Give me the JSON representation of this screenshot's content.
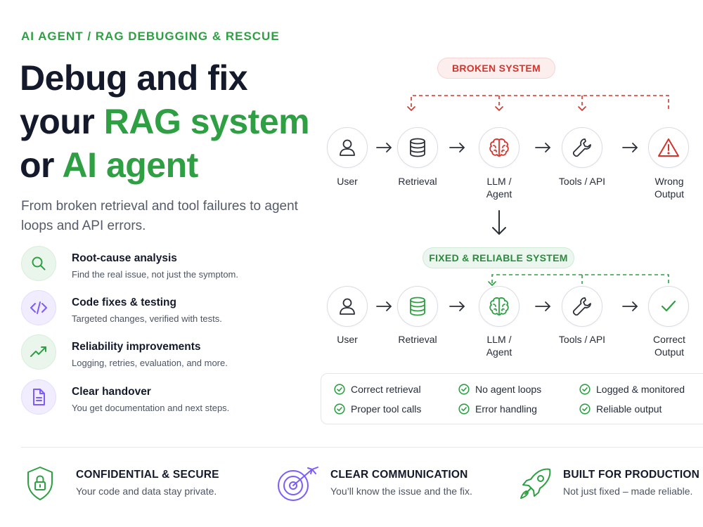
{
  "eyebrow": "AI AGENT / RAG DEBUGGING & RESCUE",
  "headline": {
    "line1": "Debug and fix",
    "line2_a": "your ",
    "line2_b": "RAG system",
    "line3_a": "or ",
    "line3_b": "AI agent"
  },
  "subtitle": "From broken retrieval and tool failures to agent loops and API errors.",
  "features": [
    {
      "title": "Root-cause analysis",
      "desc": "Find the real issue, not just the symptom.",
      "icon": "search-icon"
    },
    {
      "title": "Code fixes & testing",
      "desc": "Targeted changes, verified with tests.",
      "icon": "code-icon"
    },
    {
      "title": "Reliability improvements",
      "desc": "Logging, retries, evaluation, and more.",
      "icon": "trending-up-icon"
    },
    {
      "title": "Clear handover",
      "desc": "You get documentation and next steps.",
      "icon": "document-icon"
    }
  ],
  "broken": {
    "pill": "BROKEN SYSTEM",
    "nodes": [
      {
        "label": "User",
        "icon": "user-icon"
      },
      {
        "label": "Retrieval",
        "icon": "database-icon"
      },
      {
        "label": "LLM /\nAgent",
        "icon": "brain-icon"
      },
      {
        "label": "Tools / API",
        "icon": "wrench-icon"
      },
      {
        "label": "Wrong\nOutput",
        "icon": "warning-icon"
      }
    ]
  },
  "fixed": {
    "pill": "FIXED & RELIABLE SYSTEM",
    "nodes": [
      {
        "label": "User",
        "icon": "user-icon"
      },
      {
        "label": "Retrieval",
        "icon": "database-icon"
      },
      {
        "label": "LLM /\nAgent",
        "icon": "brain-icon"
      },
      {
        "label": "Tools / API",
        "icon": "wrench-icon"
      },
      {
        "label": "Correct\nOutput",
        "icon": "check-icon"
      }
    ]
  },
  "checks": [
    "Correct retrieval",
    "No agent loops",
    "Logged & monitored",
    "Proper tool calls",
    "Error handling",
    "Reliable output"
  ],
  "bottom": [
    {
      "title": "CONFIDENTIAL & SECURE",
      "desc": "Your code and data stay private.",
      "icon": "shield-lock-icon"
    },
    {
      "title": "CLEAR COMMUNICATION",
      "desc": "You’ll know the issue and the fix.",
      "icon": "target-icon"
    },
    {
      "title": "BUILT FOR PRODUCTION",
      "desc": "Not just fixed – made reliable.",
      "icon": "rocket-icon"
    }
  ],
  "colors": {
    "accent_green": "#2ea043",
    "broken_red": "#d6332b",
    "purple": "#7c5cff",
    "ink": "#141a2b"
  }
}
